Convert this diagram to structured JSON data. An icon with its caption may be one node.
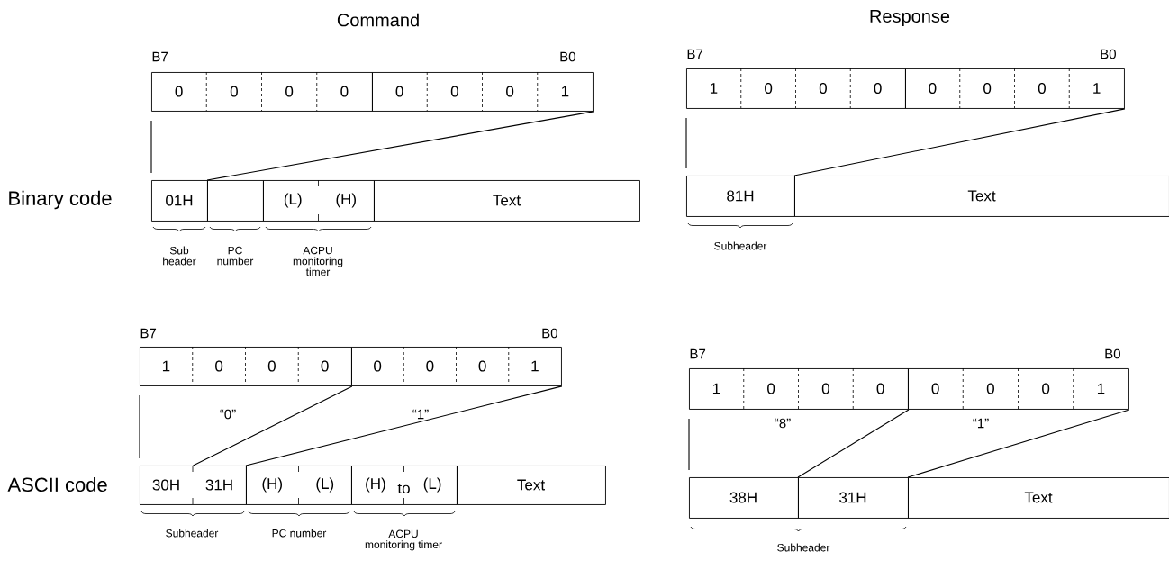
{
  "diagram": {
    "nodes": [
      {
        "text": [
          "0",
          "0",
          "0",
          "0"
        ],
        "beside": [
          "B7"
        ]
      },
      {
        "text": [
          "0",
          "0",
          "0",
          "1"
        ],
        "beside": [
          "B0"
        ]
      },
      {
        "text": [
          "01H"
        ],
        "beside": [
          "Sub header"
        ]
      },
      {
        "text": [],
        "shape": "box",
        "beside": [
          "PC number"
        ]
      },
      {
        "text": [
          "(L)",
          "(H)"
        ],
        "beside": [
          "ACPU monitoring timer"
        ]
      },
      {
        "text": [
          "Text"
        ]
      },
      {
        "text": [
          "1",
          "0",
          "0",
          "0"
        ],
        "beside": [
          "B7"
        ]
      },
      {
        "text": [
          "0",
          "0",
          "0",
          "1"
        ],
        "beside": [
          "B0"
        ]
      },
      {
        "text": [
          "81H"
        ],
        "beside": [
          "Subheader"
        ]
      },
      {
        "text": [
          "Text"
        ]
      },
      {
        "text": [
          "1",
          "0",
          "0",
          "0"
        ],
        "beside": [
          "B7",
          "“0”"
        ]
      },
      {
        "text": [
          "0",
          "0",
          "0",
          "1"
        ],
        "beside": [
          "B0",
          "“1”"
        ]
      },
      {
        "text": [
          "30H",
          "31H"
        ],
        "beside": [
          "Subheader"
        ]
      },
      {
        "text": [
          "(H)",
          "(L)"
        ],
        "beside": [
          "PC number"
        ]
      },
      {
        "text": [
          "(H)",
          "to",
          "(L)"
        ],
        "beside": [
          "ACPU monitoring timer"
        ]
      },
      {
        "text": [
          "Text"
        ]
      },
      {
        "text": [
          "1",
          "0",
          "0",
          "0"
        ],
        "beside": [
          "B7",
          "“8”"
        ]
      },
      {
        "text": [
          "0",
          "0",
          "0",
          "1"
        ],
        "beside": [
          "B0",
          "“1”"
        ]
      },
      {
        "text": [
          "38H"
        ]
      },
      {
        "text": [
          "31H"
        ]
      },
      {
        "text": [
          "Text"
        ]
      }
    ],
    "edges": [
      {
        "from": 0,
        "to": 2,
        "arrow": "none"
      },
      {
        "from": 1,
        "to": 3,
        "arrow": "none"
      },
      {
        "from": 6,
        "to": 8,
        "arrow": "none"
      },
      {
        "from": 7,
        "to": 9,
        "arrow": "none"
      },
      {
        "from": 10,
        "to": 12,
        "arrow": "none"
      },
      {
        "from": 10,
        "to": 12,
        "arrow": "none"
      },
      {
        "from": 11,
        "to": 13,
        "arrow": "none"
      },
      {
        "from": 16,
        "to": 18,
        "arrow": "none"
      },
      {
        "from": 16,
        "to": 19,
        "arrow": "none"
      },
      {
        "from": 17,
        "to": 20,
        "arrow": "none"
      }
    ],
    "labels": [
      "Command",
      "Response",
      "Binary code",
      "ASCII code",
      "Subheader"
    ]
  }
}
